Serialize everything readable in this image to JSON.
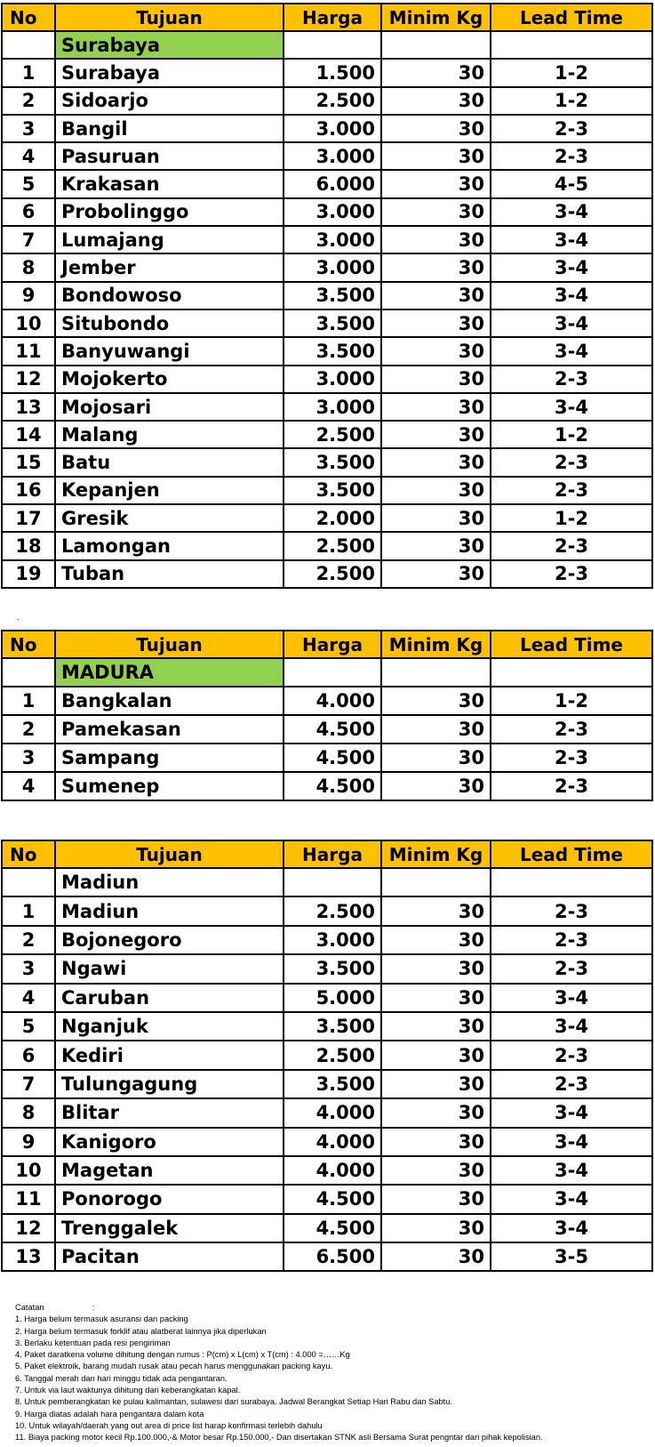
{
  "tables": [
    {
      "headers": {
        "no": "No",
        "dest": "Tujuan",
        "price": "Harga",
        "min": "Minim Kg",
        "lead": "Lead Time"
      },
      "region": "Surabaya",
      "region_highlight": true,
      "rows": [
        {
          "no": "1",
          "dest": "Surabaya",
          "price": "1.500",
          "min": "30",
          "lead": "1-2"
        },
        {
          "no": "2",
          "dest": "Sidoarjo",
          "price": "2.500",
          "min": "30",
          "lead": "1-2"
        },
        {
          "no": "3",
          "dest": "Bangil",
          "price": "3.000",
          "min": "30",
          "lead": "2-3"
        },
        {
          "no": "4",
          "dest": "Pasuruan",
          "price": "3.000",
          "min": "30",
          "lead": "2-3"
        },
        {
          "no": "5",
          "dest": "Krakasan",
          "price": "6.000",
          "min": "30",
          "lead": "4-5"
        },
        {
          "no": "6",
          "dest": "Probolinggo",
          "price": "3.000",
          "min": "30",
          "lead": "3-4"
        },
        {
          "no": "7",
          "dest": "Lumajang",
          "price": "3.000",
          "min": "30",
          "lead": "3-4"
        },
        {
          "no": "8",
          "dest": "Jember",
          "price": "3.000",
          "min": "30",
          "lead": "3-4"
        },
        {
          "no": "9",
          "dest": "Bondowoso",
          "price": "3.500",
          "min": "30",
          "lead": "3-4"
        },
        {
          "no": "10",
          "dest": "Situbondo",
          "price": "3.500",
          "min": "30",
          "lead": "3-4"
        },
        {
          "no": "11",
          "dest": "Banyuwangi",
          "price": "3.500",
          "min": "30",
          "lead": "3-4"
        },
        {
          "no": "12",
          "dest": "Mojokerto",
          "price": "3.000",
          "min": "30",
          "lead": "2-3"
        },
        {
          "no": "13",
          "dest": "Mojosari",
          "price": "3.000",
          "min": "30",
          "lead": "3-4"
        },
        {
          "no": "14",
          "dest": "Malang",
          "price": "2.500",
          "min": "30",
          "lead": "1-2"
        },
        {
          "no": "15",
          "dest": "Batu",
          "price": "3.500",
          "min": "30",
          "lead": "2-3"
        },
        {
          "no": "16",
          "dest": "Kepanjen",
          "price": "3.500",
          "min": "30",
          "lead": "2-3"
        },
        {
          "no": "17",
          "dest": "Gresik",
          "price": "2.000",
          "min": "30",
          "lead": "1-2"
        },
        {
          "no": "18",
          "dest": "Lamongan",
          "price": "2.500",
          "min": "30",
          "lead": "2-3"
        },
        {
          "no": "19",
          "dest": "Tuban",
          "price": "2.500",
          "min": "30",
          "lead": "2-3"
        }
      ]
    },
    {
      "headers": {
        "no": "No",
        "dest": "Tujuan",
        "price": "Harga",
        "min": "Minim Kg",
        "lead": "Lead Time"
      },
      "region": "MADURA",
      "region_highlight": true,
      "rows": [
        {
          "no": "1",
          "dest": "Bangkalan",
          "price": "4.000",
          "min": "30",
          "lead": "1-2"
        },
        {
          "no": "2",
          "dest": "Pamekasan",
          "price": "4.500",
          "min": "30",
          "lead": "2-3"
        },
        {
          "no": "3",
          "dest": "Sampang",
          "price": "4.500",
          "min": "30",
          "lead": "2-3"
        },
        {
          "no": "4",
          "dest": "Sumenep",
          "price": "4.500",
          "min": "30",
          "lead": "2-3"
        }
      ]
    },
    {
      "headers": {
        "no": "No",
        "dest": "Tujuan",
        "price": "Harga",
        "min": "Minim Kg",
        "lead": "Lead Time"
      },
      "region": "Madiun",
      "region_highlight": false,
      "rows": [
        {
          "no": "1",
          "dest": "Madiun",
          "price": "2.500",
          "min": "30",
          "lead": "2-3"
        },
        {
          "no": "2",
          "dest": "Bojonegoro",
          "price": "3.000",
          "min": "30",
          "lead": "2-3"
        },
        {
          "no": "3",
          "dest": "Ngawi",
          "price": "3.500",
          "min": "30",
          "lead": "2-3"
        },
        {
          "no": "4",
          "dest": "Caruban",
          "price": "5.000",
          "min": "30",
          "lead": "3-4"
        },
        {
          "no": "5",
          "dest": "Nganjuk",
          "price": "3.500",
          "min": "30",
          "lead": "3-4"
        },
        {
          "no": "6",
          "dest": "Kediri",
          "price": "2.500",
          "min": "30",
          "lead": "2-3"
        },
        {
          "no": "7",
          "dest": "Tulungagung",
          "price": "3.500",
          "min": "30",
          "lead": "2-3"
        },
        {
          "no": "8",
          "dest": "Blitar",
          "price": "4.000",
          "min": "30",
          "lead": "3-4"
        },
        {
          "no": "9",
          "dest": "Kanigoro",
          "price": "4.000",
          "min": "30",
          "lead": "3-4"
        },
        {
          "no": "10",
          "dest": "Magetan",
          "price": "4.000",
          "min": "30",
          "lead": "3-4"
        },
        {
          "no": "11",
          "dest": "Ponorogo",
          "price": "4.500",
          "min": "30",
          "lead": "3-4"
        },
        {
          "no": "12",
          "dest": "Trenggalek",
          "price": "4.500",
          "min": "30",
          "lead": "3-4"
        },
        {
          "no": "13",
          "dest": "Pacitan",
          "price": "6.500",
          "min": "30",
          "lead": "3-5"
        }
      ]
    }
  ],
  "separator": ".",
  "notes": {
    "title": "Catatan",
    "colon": ":",
    "items": [
      "1.  Harga belum termasuk asuransi dan packing",
      "2.  Harga belum termasuk forklif atau alatberat lainnya jika diperlukan",
      "3.  Berlaku ketentuan pada resi pengiriman",
      "4.  Paket daratkena volume dihitung dengan rumus : P(cm) x L(cm) x T(cm) : 4.000 =……Kg",
      "5.  Paket elektroik, barang mudah rusak atau pecah harus menggunakan packing kayu.",
      "6.  Tanggal merah dan hari minggu tidak ada pengantaran.",
      "7.  Untuk via laut waktunya dihitung dari keberangkatan kapal.",
      "8.  Untuk pemberangkatan ke pulau kalimantan, sulawesi dari surabaya. Jadwal Berangkat Setiap Hari Rabu dan Sabtu.",
      "9.  Harga diatas adalah hara pengantara dalam kota",
      "10. Untuk wilayah/daerah yang out area di price list harap konfirmasi terlebih dahulu",
      "11. Biaya packing motor kecil Rp.100.000,-& Motor besar Rp.150.000,- Dan disertakan STNK asli Bersama Surat pengntar dari pihak kepolisian."
    ]
  },
  "colors": {
    "header": "#ffc000",
    "region": "#92d050"
  }
}
